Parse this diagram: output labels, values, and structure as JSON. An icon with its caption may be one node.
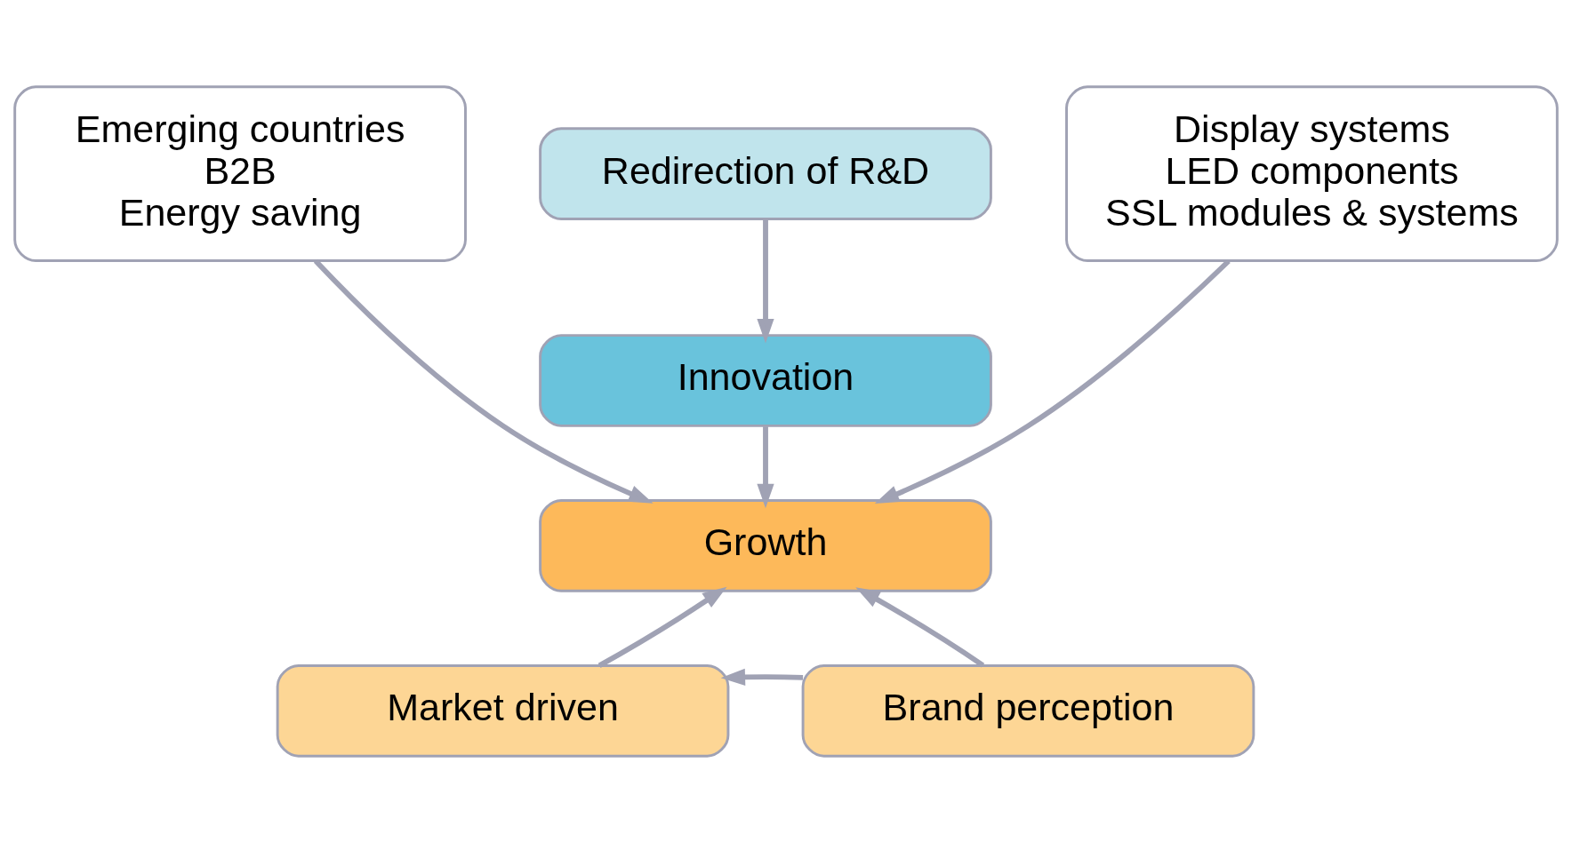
{
  "diagram": {
    "nodes": [
      {
        "text": [
          "Emerging countries",
          "B2B",
          "Energy saving"
        ]
      },
      {
        "text": [
          "Redirection of R&D"
        ]
      },
      {
        "text": [
          "Display systems",
          "LED components",
          "SSL modules & systems"
        ]
      },
      {
        "text": [
          "Innovation"
        ]
      },
      {
        "text": [
          "Growth"
        ]
      },
      {
        "text": [
          "Market driven"
        ]
      },
      {
        "text": [
          "Brand perception"
        ]
      }
    ],
    "edges": [
      {
        "from": 1,
        "to": 3,
        "arrow": "to"
      },
      {
        "from": 3,
        "to": 4,
        "arrow": "to"
      },
      {
        "from": 0,
        "to": 4,
        "arrow": "to"
      },
      {
        "from": 2,
        "to": 4,
        "arrow": "to"
      },
      {
        "from": 5,
        "to": 4,
        "arrow": "to"
      },
      {
        "from": 6,
        "to": 4,
        "arrow": "to"
      },
      {
        "from": 6,
        "to": 5,
        "arrow": "to"
      }
    ]
  }
}
